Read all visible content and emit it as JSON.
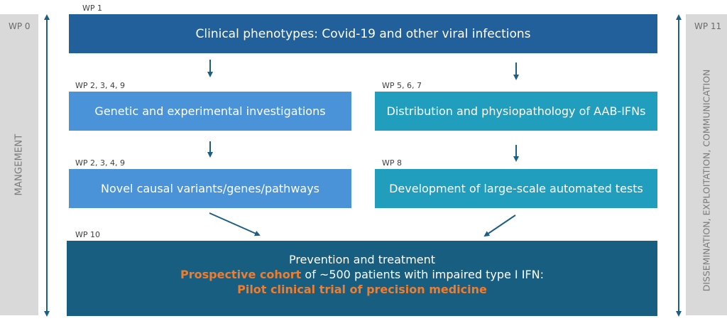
{
  "left_panel": {
    "wp": "WP 0",
    "label": "MANGEMENT"
  },
  "right_panel": {
    "wp": "WP 11",
    "label": "DISSEMINATION, EXPLOITATION, COMMUNICATION"
  },
  "boxes": {
    "wp1": {
      "wp": "WP 1",
      "text": "Clinical phenotypes: Covid-19 and other viral infections"
    },
    "genetic": {
      "wp": "WP 2, 3, 4, 9",
      "text": "Genetic and experimental investigations"
    },
    "novel": {
      "wp": "WP 2, 3, 4, 9",
      "text": "Novel causal variants/genes/pathways"
    },
    "distribution": {
      "wp": "WP 5, 6, 7",
      "text": "Distribution and physiopathology of AAB-IFNs"
    },
    "development": {
      "wp": "WP 8",
      "text": "Development of large-scale automated tests"
    },
    "wp10": {
      "wp": "WP 10",
      "line1": "Prevention and treatment",
      "line2_highlight": "Prospective cohort",
      "line2_rest": " of ~500 patients with impaired type I IFN:",
      "line3_highlight": "Pilot clinical trial of precision medicine"
    }
  },
  "colors": {
    "wp1_box": "#22609b",
    "left_column_boxes": "#4a93d9",
    "right_column_boxes": "#219dbd",
    "wp10_box": "#185e80",
    "highlight": "#f07c2c",
    "arrows": "#1c5f85",
    "side_panels": "#d9d9d9"
  }
}
